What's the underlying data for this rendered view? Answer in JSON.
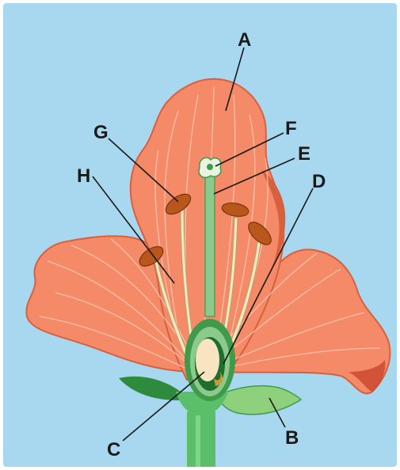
{
  "diagram": {
    "colors": {
      "background": "#a8d8f0",
      "petal": "#f48a68",
      "petal_dark": "#d8603f",
      "vein": "#fbd2bd",
      "sepal": "#2e8a3c",
      "sepal_light": "#8fd07c",
      "stem": "#5bbf6a",
      "stamen_filament": "#f4e8c0",
      "anther": "#b8561c",
      "pistil": "#8cc98c",
      "ovule": "#f8e4c0"
    },
    "labels": {
      "A": "A",
      "B": "B",
      "C": "C",
      "D": "D",
      "E": "E",
      "F": "F",
      "G": "G",
      "H": "H"
    }
  }
}
